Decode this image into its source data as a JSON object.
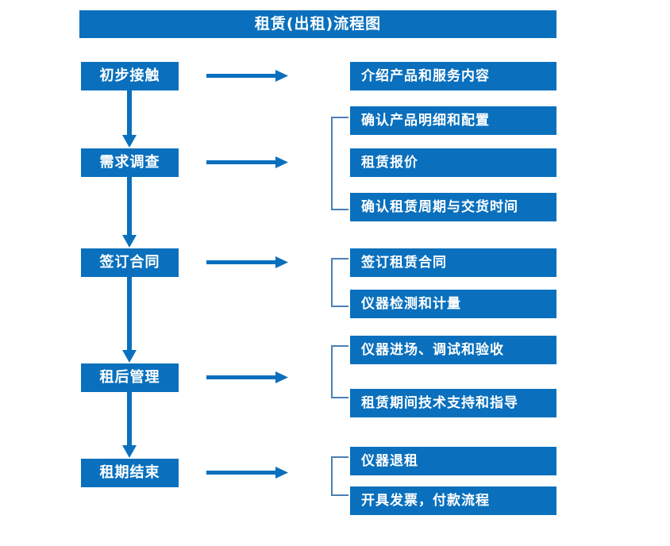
{
  "diagram": {
    "title": "租赁(出租)流程图",
    "colors": {
      "box_fill": "#0a70bd",
      "box_text": "#ffffff",
      "arrow": "#0a70bd",
      "bracket": "#4a7fb5",
      "background": "#ffffff"
    },
    "stages": [
      {
        "id": "stage-1",
        "label": "初步接触"
      },
      {
        "id": "stage-2",
        "label": "需求调查"
      },
      {
        "id": "stage-3",
        "label": "签订合同"
      },
      {
        "id": "stage-4",
        "label": "租后管理"
      },
      {
        "id": "stage-5",
        "label": "租期结束"
      }
    ],
    "details": [
      {
        "id": "detail-1",
        "label": "介绍产品和服务内容"
      },
      {
        "id": "detail-2",
        "label": "确认产品明细和配置"
      },
      {
        "id": "detail-3",
        "label": "租赁报价"
      },
      {
        "id": "detail-4",
        "label": "确认租赁周期与交货时间"
      },
      {
        "id": "detail-5",
        "label": "签订租赁合同"
      },
      {
        "id": "detail-6",
        "label": "仪器检测和计量"
      },
      {
        "id": "detail-7",
        "label": "仪器进场、调试和验收"
      },
      {
        "id": "detail-8",
        "label": "租赁期间技术支持和指导"
      },
      {
        "id": "detail-9",
        "label": "仪器退租"
      },
      {
        "id": "detail-10",
        "label": "开具发票，付款流程"
      }
    ],
    "connectors": {
      "vertical_arrow_count": 4,
      "horizontal_arrow_count": 5,
      "bracket_count": 4
    }
  }
}
